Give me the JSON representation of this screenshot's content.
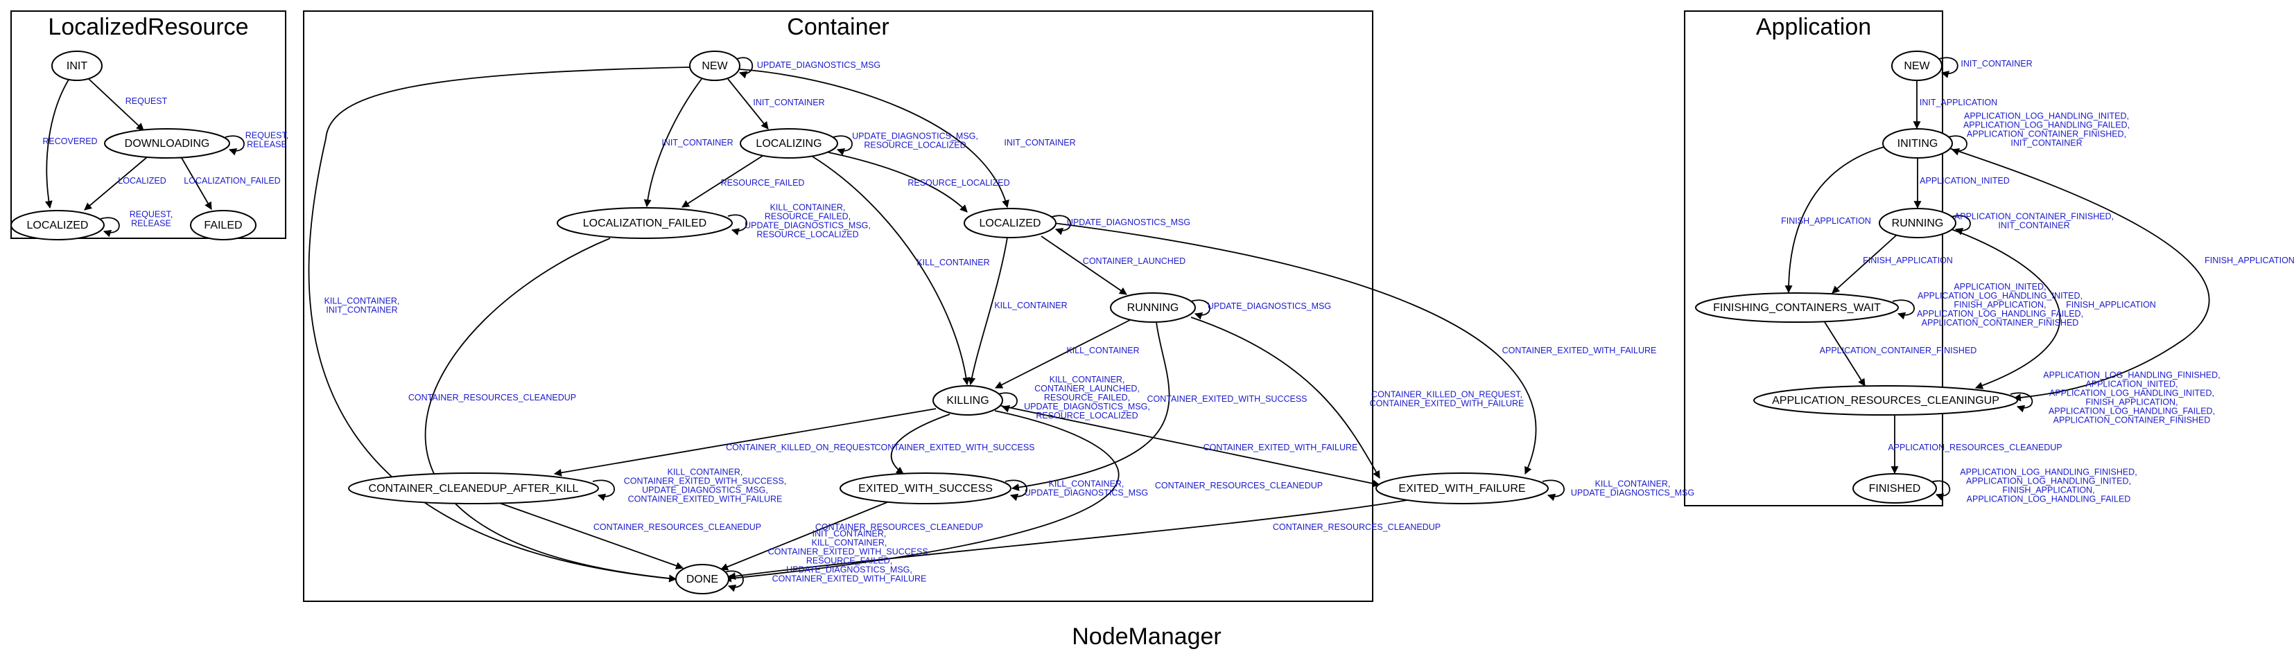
{
  "graph_title": "NodeManager",
  "colors": {
    "edge_label": "#1a1acc",
    "stroke": "#000000",
    "fill": "#ffffff"
  },
  "clusters": [
    {
      "id": "localizedresource",
      "title": "LocalizedResource",
      "nodes": [
        {
          "id": "lr_init",
          "label": "INIT"
        },
        {
          "id": "lr_downloading",
          "label": "DOWNLOADING"
        },
        {
          "id": "lr_localized",
          "label": "LOCALIZED"
        },
        {
          "id": "lr_failed",
          "label": "FAILED"
        }
      ],
      "edges": [
        {
          "from": "lr_init",
          "to": "lr_downloading",
          "label": [
            "REQUEST"
          ]
        },
        {
          "from": "lr_init",
          "to": "lr_localized",
          "label": [
            "RECOVERED"
          ]
        },
        {
          "from": "lr_downloading",
          "to": "lr_downloading",
          "label": [
            "REQUEST,",
            "RELEASE"
          ]
        },
        {
          "from": "lr_downloading",
          "to": "lr_localized",
          "label": [
            "LOCALIZED"
          ]
        },
        {
          "from": "lr_downloading",
          "to": "lr_failed",
          "label": [
            "LOCALIZATION_FAILED"
          ]
        },
        {
          "from": "lr_localized",
          "to": "lr_localized",
          "label": [
            "REQUEST,",
            "RELEASE"
          ]
        }
      ]
    },
    {
      "id": "container",
      "title": "Container",
      "nodes": [
        {
          "id": "c_new",
          "label": "NEW"
        },
        {
          "id": "c_localizing",
          "label": "LOCALIZING"
        },
        {
          "id": "c_localization_failed",
          "label": "LOCALIZATION_FAILED"
        },
        {
          "id": "c_localized",
          "label": "LOCALIZED"
        },
        {
          "id": "c_running",
          "label": "RUNNING"
        },
        {
          "id": "c_killing",
          "label": "KILLING"
        },
        {
          "id": "c_cleanedup",
          "label": "CONTAINER_CLEANEDUP_AFTER_KILL"
        },
        {
          "id": "c_exited_success",
          "label": "EXITED_WITH_SUCCESS"
        },
        {
          "id": "c_exited_failure",
          "label": "EXITED_WITH_FAILURE"
        },
        {
          "id": "c_done",
          "label": "DONE"
        }
      ],
      "edges": [
        {
          "from": "c_new",
          "to": "c_new",
          "label": [
            "UPDATE_DIAGNOSTICS_MSG"
          ]
        },
        {
          "from": "c_new",
          "to": "c_localizing",
          "label": [
            "INIT_CONTAINER"
          ]
        },
        {
          "from": "c_new",
          "to": "c_localization_failed",
          "label": [
            "INIT_CONTAINER"
          ]
        },
        {
          "from": "c_new",
          "to": "c_localized",
          "label": [
            "INIT_CONTAINER"
          ]
        },
        {
          "from": "c_new",
          "to": "c_done",
          "label": [
            "KILL_CONTAINER,",
            "INIT_CONTAINER"
          ]
        },
        {
          "from": "c_localizing",
          "to": "c_localizing",
          "label": [
            "UPDATE_DIAGNOSTICS_MSG,",
            "RESOURCE_LOCALIZED"
          ]
        },
        {
          "from": "c_localizing",
          "to": "c_localization_failed",
          "label": [
            "RESOURCE_FAILED"
          ]
        },
        {
          "from": "c_localizing",
          "to": "c_localized",
          "label": [
            "RESOURCE_LOCALIZED"
          ]
        },
        {
          "from": "c_localizing",
          "to": "c_killing",
          "label": [
            "KILL_CONTAINER"
          ]
        },
        {
          "from": "c_localization_failed",
          "to": "c_localization_failed",
          "label": [
            "KILL_CONTAINER,",
            "RESOURCE_FAILED,",
            "UPDATE_DIAGNOSTICS_MSG,",
            "RESOURCE_LOCALIZED"
          ]
        },
        {
          "from": "c_localization_failed",
          "to": "c_done",
          "label": [
            "CONTAINER_RESOURCES_CLEANEDUP"
          ]
        },
        {
          "from": "c_localized",
          "to": "c_localized",
          "label": [
            "UPDATE_DIAGNOSTICS_MSG"
          ]
        },
        {
          "from": "c_localized",
          "to": "c_running",
          "label": [
            "CONTAINER_LAUNCHED"
          ]
        },
        {
          "from": "c_localized",
          "to": "c_killing",
          "label": [
            "KILL_CONTAINER"
          ]
        },
        {
          "from": "c_localized",
          "to": "c_exited_failure",
          "label": [
            "CONTAINER_EXITED_WITH_FAILURE"
          ]
        },
        {
          "from": "c_running",
          "to": "c_running",
          "label": [
            "UPDATE_DIAGNOSTICS_MSG"
          ]
        },
        {
          "from": "c_running",
          "to": "c_killing",
          "label": [
            "KILL_CONTAINER"
          ]
        },
        {
          "from": "c_running",
          "to": "c_exited_success",
          "label": [
            "CONTAINER_EXITED_WITH_SUCCESS"
          ]
        },
        {
          "from": "c_running",
          "to": "c_exited_failure",
          "label": [
            "CONTAINER_KILLED_ON_REQUEST,",
            "CONTAINER_EXITED_WITH_FAILURE"
          ]
        },
        {
          "from": "c_killing",
          "to": "c_killing",
          "label": [
            "KILL_CONTAINER,",
            "CONTAINER_LAUNCHED,",
            "RESOURCE_FAILED,",
            "UPDATE_DIAGNOSTICS_MSG,",
            "RESOURCE_LOCALIZED"
          ]
        },
        {
          "from": "c_killing",
          "to": "c_cleanedup",
          "label": [
            "CONTAINER_KILLED_ON_REQUEST"
          ]
        },
        {
          "from": "c_killing",
          "to": "c_exited_success",
          "label": [
            "CONTAINER_EXITED_WITH_SUCCESS"
          ]
        },
        {
          "from": "c_killing",
          "to": "c_exited_failure",
          "label": [
            "CONTAINER_EXITED_WITH_FAILURE"
          ]
        },
        {
          "from": "c_killing",
          "to": "c_done",
          "label": [
            "CONTAINER_RESOURCES_CLEANEDUP"
          ]
        },
        {
          "from": "c_cleanedup",
          "to": "c_cleanedup",
          "label": [
            "KILL_CONTAINER,",
            "CONTAINER_EXITED_WITH_SUCCESS,",
            "UPDATE_DIAGNOSTICS_MSG,",
            "CONTAINER_EXITED_WITH_FAILURE"
          ]
        },
        {
          "from": "c_cleanedup",
          "to": "c_done",
          "label": [
            "CONTAINER_RESOURCES_CLEANEDUP"
          ]
        },
        {
          "from": "c_exited_success",
          "to": "c_exited_success",
          "label": [
            "KILL_CONTAINER,",
            "UPDATE_DIAGNOSTICS_MSG"
          ]
        },
        {
          "from": "c_exited_success",
          "to": "c_done",
          "label": [
            "CONTAINER_RESOURCES_CLEANEDUP"
          ]
        },
        {
          "from": "c_exited_failure",
          "to": "c_exited_failure",
          "label": [
            "KILL_CONTAINER,",
            "UPDATE_DIAGNOSTICS_MSG"
          ]
        },
        {
          "from": "c_exited_failure",
          "to": "c_done",
          "label": [
            "CONTAINER_RESOURCES_CLEANEDUP"
          ]
        },
        {
          "from": "c_done",
          "to": "c_done",
          "label": [
            "INIT_CONTAINER,",
            "KILL_CONTAINER,",
            "CONTAINER_EXITED_WITH_SUCCESS,",
            "RESOURCE_FAILED,",
            "UPDATE_DIAGNOSTICS_MSG,",
            "CONTAINER_EXITED_WITH_FAILURE"
          ]
        }
      ]
    },
    {
      "id": "application",
      "title": "Application",
      "nodes": [
        {
          "id": "a_new",
          "label": "NEW"
        },
        {
          "id": "a_initing",
          "label": "INITING"
        },
        {
          "id": "a_running",
          "label": "RUNNING"
        },
        {
          "id": "a_finishing",
          "label": "FINISHING_CONTAINERS_WAIT"
        },
        {
          "id": "a_cleaningup",
          "label": "APPLICATION_RESOURCES_CLEANINGUP"
        },
        {
          "id": "a_finished",
          "label": "FINISHED"
        }
      ],
      "edges": [
        {
          "from": "a_new",
          "to": "a_new",
          "label": [
            "INIT_CONTAINER"
          ]
        },
        {
          "from": "a_new",
          "to": "a_initing",
          "label": [
            "INIT_APPLICATION"
          ]
        },
        {
          "from": "a_initing",
          "to": "a_initing",
          "label": [
            "APPLICATION_LOG_HANDLING_INITED,",
            "APPLICATION_LOG_HANDLING_FAILED,",
            "APPLICATION_CONTAINER_FINISHED,",
            "INIT_CONTAINER"
          ]
        },
        {
          "from": "a_initing",
          "to": "a_running",
          "label": [
            "APPLICATION_INITED"
          ]
        },
        {
          "from": "a_initing",
          "to": "a_finishing",
          "label": [
            "FINISH_APPLICATION"
          ]
        },
        {
          "from": "a_initing",
          "to": "a_cleaningup",
          "label": [
            "FINISH_APPLICATION"
          ]
        },
        {
          "from": "a_running",
          "to": "a_running",
          "label": [
            "APPLICATION_CONTAINER_FINISHED,",
            "INIT_CONTAINER"
          ]
        },
        {
          "from": "a_running",
          "to": "a_finishing",
          "label": [
            "FINISH_APPLICATION"
          ]
        },
        {
          "from": "a_running",
          "to": "a_cleaningup",
          "label": [
            "FINISH_APPLICATION"
          ]
        },
        {
          "from": "a_finishing",
          "to": "a_finishing",
          "label": [
            "APPLICATION_INITED,",
            "APPLICATION_LOG_HANDLING_INITED,",
            "FINISH_APPLICATION,",
            "APPLICATION_LOG_HANDLING_FAILED,",
            "APPLICATION_CONTAINER_FINISHED"
          ]
        },
        {
          "from": "a_finishing",
          "to": "a_cleaningup",
          "label": [
            "APPLICATION_CONTAINER_FINISHED"
          ]
        },
        {
          "from": "a_cleaningup",
          "to": "a_cleaningup",
          "label": [
            "APPLICATION_LOG_HANDLING_FINISHED,",
            "APPLICATION_INITED,",
            "APPLICATION_LOG_HANDLING_INITED,",
            "FINISH_APPLICATION,",
            "APPLICATION_LOG_HANDLING_FAILED,",
            "APPLICATION_CONTAINER_FINISHED"
          ]
        },
        {
          "from": "a_cleaningup",
          "to": "a_finished",
          "label": [
            "APPLICATION_RESOURCES_CLEANEDUP"
          ]
        },
        {
          "from": "a_finished",
          "to": "a_finished",
          "label": [
            "APPLICATION_LOG_HANDLING_FINISHED,",
            "APPLICATION_LOG_HANDLING_INITED,",
            "FINISH_APPLICATION,",
            "APPLICATION_LOG_HANDLING_FAILED"
          ]
        }
      ]
    }
  ]
}
